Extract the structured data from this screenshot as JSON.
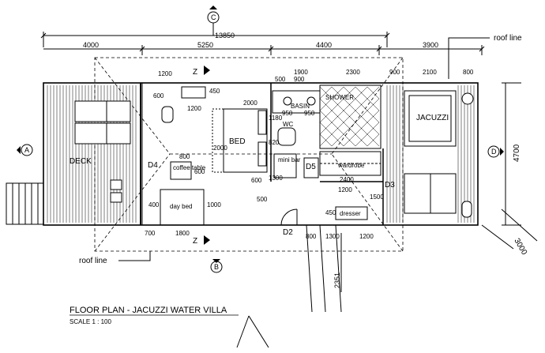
{
  "title": "FLOOR PLAN - JACUZZI WATER VILLA",
  "scale": "SCALE 1 : 100",
  "roof_line_labels": [
    "roof line",
    "roof line"
  ],
  "overall_dim": "13850",
  "top_dims": [
    "4000",
    "5250",
    "4400",
    "3900"
  ],
  "right_dims": [
    "4700",
    "3000"
  ],
  "grid_markers": {
    "top": "C",
    "bottom": "B",
    "left": "A",
    "right": "D"
  },
  "rooms": {
    "deck": "DECK",
    "bed": "BED",
    "jacuzzi": "JACUZZI",
    "shower": "SHOWER",
    "basin": "BASIN",
    "wc": "WC",
    "mini_bar": "mini bar",
    "wardrobe": "wardrobe",
    "dresser": "dresser",
    "coffee_table": "coffee table",
    "day_bed": "day bed"
  },
  "doors": [
    "D2",
    "D3",
    "D4",
    "D5"
  ],
  "section_marks": [
    "Z",
    "Z"
  ],
  "inner_dims": {
    "d1200a": "1200",
    "d600a": "600",
    "d1200b": "1200",
    "d450a": "450",
    "d2000a": "2000",
    "d2000b": "2000",
    "d1180": "1180",
    "d820": "820",
    "d800a": "800",
    "d600b": "600",
    "d1300a": "1300",
    "d600c": "600",
    "d500a": "500",
    "d1000": "1000",
    "d400": "400",
    "d700": "700",
    "d1800": "1800",
    "d1900": "1900",
    "d500b": "500",
    "d900a": "900",
    "d950a": "950",
    "d950b": "950",
    "d2300": "2300",
    "d900b": "900",
    "d2100": "2100",
    "d800b": "800",
    "d2400": "2400",
    "d1200c": "1200",
    "d1500": "1500",
    "d450b": "450",
    "d800c": "800",
    "d1300b": "1300",
    "d1200d": "1200",
    "d2351": "2351"
  }
}
